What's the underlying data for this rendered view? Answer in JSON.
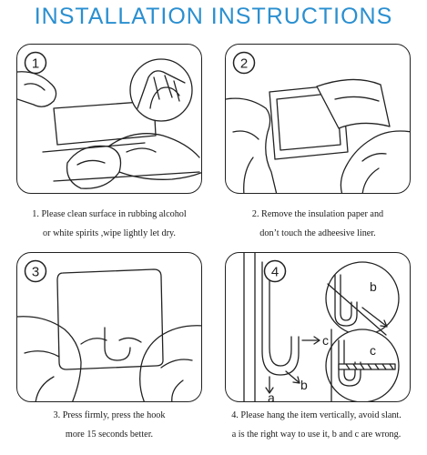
{
  "title": "INSTALLATION INSTRUCTIONS",
  "steps": [
    {
      "number": "1",
      "line1": "1. Please clean surface in rubbing alcohol",
      "line2": "or white spirits ,wipe lightly let dry."
    },
    {
      "number": "2",
      "line1": "2. Remove the insulation paper and",
      "line2": "don’t touch the adheesive liner."
    },
    {
      "number": "3",
      "line1": "3. Press firmly, press the hook",
      "line2": "more 15 seconds better."
    },
    {
      "number": "4",
      "line1": "4. Please hang the item vertically, avoid slant.",
      "line2": "a is the right way to use it, b and c are wrong."
    }
  ],
  "diagram_labels": {
    "a": "a",
    "b": "b",
    "c": "c",
    "inset_b": "b",
    "inset_c": "c"
  },
  "colors": {
    "title": "#2a8fd0",
    "line": "#222222"
  }
}
